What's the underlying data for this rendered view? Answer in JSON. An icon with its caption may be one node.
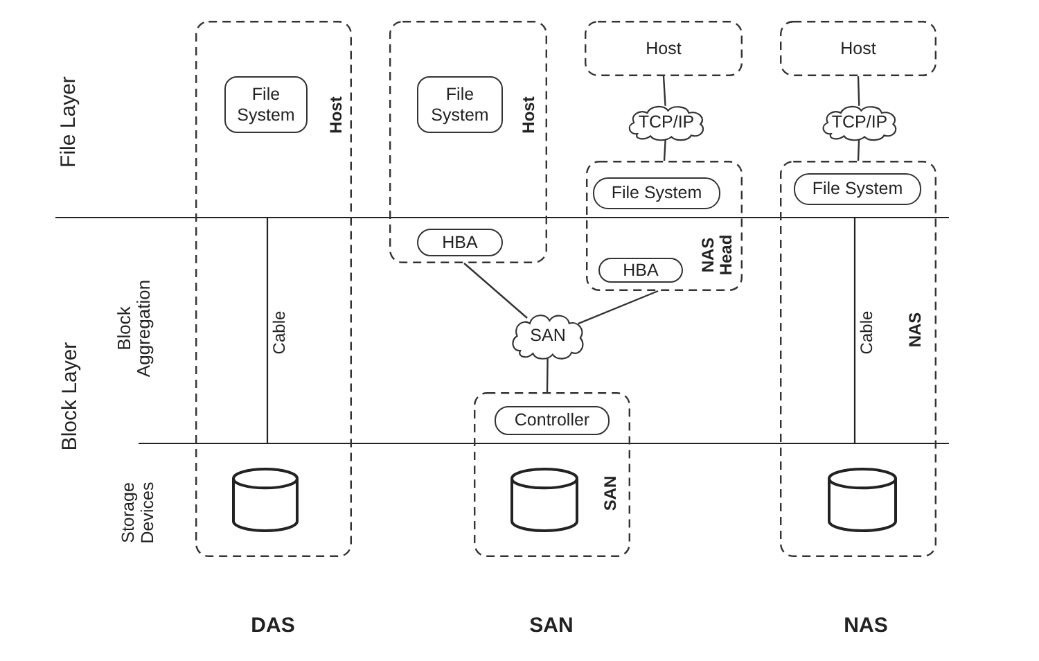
{
  "diagram": {
    "nodes": [
      {
        "text": [
          "Host"
        ]
      },
      {
        "text": [
          "File System"
        ],
        "in": 0
      },
      {
        "text": [],
        "shape": "cylinder",
        "in": 0
      },
      {
        "text": [
          "Host"
        ]
      },
      {
        "text": [
          "File System"
        ],
        "in": 3
      },
      {
        "text": [
          "HBA"
        ],
        "in": 3
      },
      {
        "text": [
          "Host"
        ]
      },
      {
        "text": [
          "TCP/IP"
        ]
      },
      {
        "text": [
          "NAS Head"
        ]
      },
      {
        "text": [
          "File System"
        ],
        "in": 8
      },
      {
        "text": [
          "HBA"
        ],
        "in": 8
      },
      {
        "text": [
          "Host"
        ]
      },
      {
        "text": [
          "TCP/IP"
        ]
      },
      {
        "text": [
          "NAS"
        ]
      },
      {
        "text": [
          "File System"
        ],
        "in": 13
      },
      {
        "text": [],
        "shape": "cylinder",
        "in": 13
      },
      {
        "text": [
          "SAN"
        ]
      },
      {
        "text": [
          "SAN"
        ]
      },
      {
        "text": [
          "Controller"
        ],
        "in": 17
      },
      {
        "text": [],
        "shape": "cylinder",
        "in": 17
      }
    ],
    "edges": [
      {
        "from": 3,
        "to": 16,
        "arrow": "none"
      },
      {
        "from": 8,
        "to": 16,
        "arrow": "none"
      },
      {
        "from": 16,
        "to": 17,
        "arrow": "none"
      },
      {
        "from": 6,
        "to": 7,
        "arrow": "none"
      },
      {
        "from": 7,
        "to": 8,
        "arrow": "none"
      },
      {
        "from": 11,
        "to": 12,
        "arrow": "none"
      },
      {
        "from": 12,
        "to": 13,
        "arrow": "none"
      }
    ],
    "labels": [
      "File Layer",
      "Block Layer",
      "Block Aggregation",
      "Cable",
      "Cable",
      "Storage Devices",
      "DAS",
      "SAN",
      "NAS"
    ]
  }
}
